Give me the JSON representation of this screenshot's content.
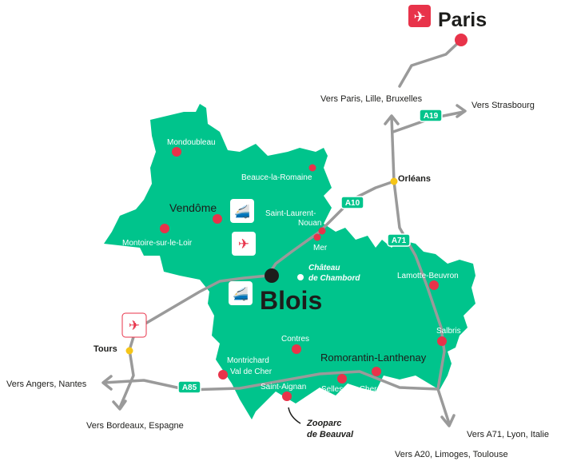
{
  "colors": {
    "territory": "#00c48c",
    "city": "#e8334a",
    "road": "#9a9a9a",
    "hub": "#f5c518",
    "icon": "#e8334a"
  },
  "capital": {
    "name": "Paris",
    "icon": "airplane-icon"
  },
  "main_city": {
    "name": "Blois",
    "icon": "train-icon"
  },
  "cities": {
    "mondoubleau": "Mondoubleau",
    "beauce": "Beauce-la-Romaine",
    "vendome": "Vendôme",
    "montoire": "Montoire-sur-le-Loir",
    "saint_laurent_1": "Saint-Laurent-",
    "saint_laurent_2": "Nouan",
    "mer": "Mer",
    "lamotte": "Lamotte-Beuvron",
    "salbris": "Salbris",
    "contres": "Contres",
    "montrichard_1": "Montrichard",
    "montrichard_2": "Val de Cher",
    "romorantin": "Romorantin-Lanthenay",
    "saint_aignan": "Saint-Aignan",
    "selles": "Selles-sur-Cher",
    "orleans": "Orléans",
    "tours": "Tours"
  },
  "poi": {
    "chambord_1": "Château",
    "chambord_2": "de Chambord",
    "zoo_1": "Zooparc",
    "zoo_2": "de Beauval"
  },
  "roads": {
    "a10": "A10",
    "a19": "A19",
    "a71": "A71",
    "a85": "A85"
  },
  "directions": {
    "paris": "Vers Paris, Lille, Bruxelles",
    "strasbourg": "Vers Strasbourg",
    "angers": "Vers Angers, Nantes",
    "bordeaux": "Vers Bordeaux, Espagne",
    "lyon": "Vers A71, Lyon, Italie",
    "limoges": "Vers A20, Limoges, Toulouse"
  }
}
